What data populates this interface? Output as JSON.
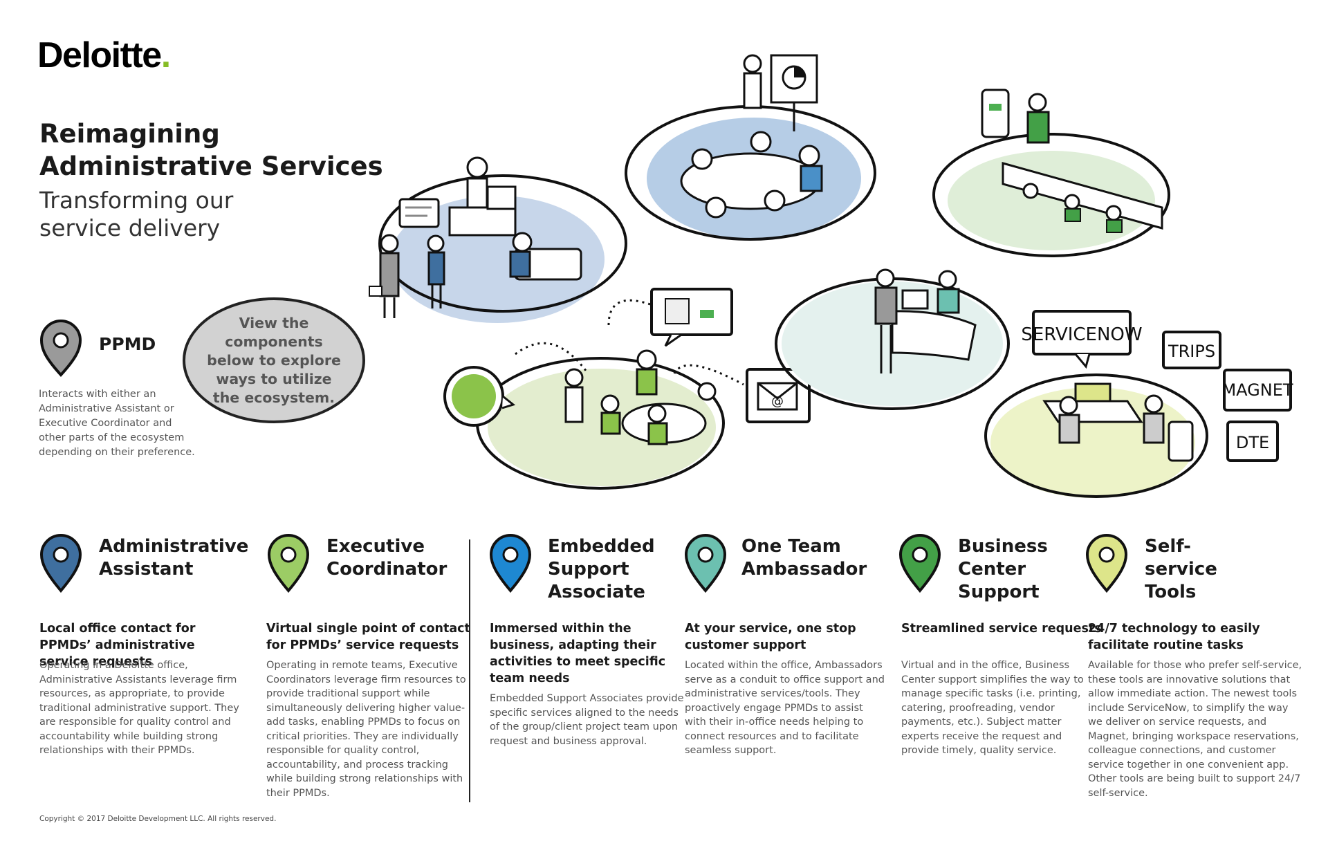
{
  "logo": {
    "text": "Deloitte",
    "dot": "."
  },
  "header": {
    "title_line1": "Reimagining",
    "title_line2": "Administrative Services",
    "subtitle_line1": "Transforming our",
    "subtitle_line2": "service delivery"
  },
  "ppmd": {
    "label": "PPMD",
    "description": "Interacts with either an Administrative Assistant or Executive Coordinator and other parts of the ecosystem depending on their preference.",
    "icon": "map-pin-icon",
    "color": "#9a9a9a"
  },
  "explore_bubble": {
    "text": "View the components below to explore ways to utilize the ecosystem."
  },
  "tools": {
    "servicenow": "SERVICENOW",
    "trips": "TRIPS",
    "magnet": "MAGNET",
    "dte": "DTE"
  },
  "roles": [
    {
      "title": "Administrative Assistant",
      "headline": "Local office contact for PPMDs’ administrative service requests",
      "body": "Operating in a Deloitte office, Administrative Assistants leverage firm resources, as appropriate, to provide traditional administrative support. They are responsible for quality control and accountability while building strong relationships with their PPMDs.",
      "color": "#3f6f9f"
    },
    {
      "title": "Executive Coordinator",
      "headline": "Virtual single point of contact for PPMDs’ service requests",
      "body": "Operating in remote teams, Executive Coordinators  leverage firm resources to provide traditional support while simultaneously delivering higher value-add tasks, enabling PPMDs to focus on critical priorities. They are individually responsible for quality control, accountability, and process tracking while building strong relationships with their PPMDs.",
      "color": "#9ccc65"
    },
    {
      "title": "Embedded Support Associate",
      "headline": "Immersed within the business, adapting their activities to meet specific team needs",
      "body": "Embedded Support Associates provide specific services aligned to the needs of the group/client project team upon request and business approval.",
      "color": "#1e88d2"
    },
    {
      "title": "One Team Ambassador",
      "headline": "At your service, one stop customer support",
      "body": "Located within the office, Ambassadors serve as a conduit to office support and administrative services/tools. They proactively engage PPMDs to assist with their in-office needs helping to connect resources and to facilitate seamless support.",
      "color": "#6cc0b0"
    },
    {
      "title": "Business Center Support",
      "headline": "Streamlined service requests",
      "body": "Virtual and in the office, Business Center support simplifies the way to manage specific tasks (i.e. printing, catering, proofreading, vendor payments, etc.). Subject matter experts receive the request and provide timely, quality service.",
      "color": "#43a047"
    },
    {
      "title": "Self-service Tools",
      "headline": "24/7 technology to easily facilitate routine tasks",
      "body": "Available for those who  prefer self-service, these  tools are innovative solutions that allow  immediate action. The newest tools include ServiceNow, to simplify the way we deliver on service requests, and Magnet, bringing workspace reservations, colleague connections, and customer service together in one convenient app. Other tools are being built to support 24/7 self-service.",
      "color": "#dde58a"
    }
  ],
  "copyright": "Copyright © 2017 Deloitte Development LLC. All rights reserved."
}
